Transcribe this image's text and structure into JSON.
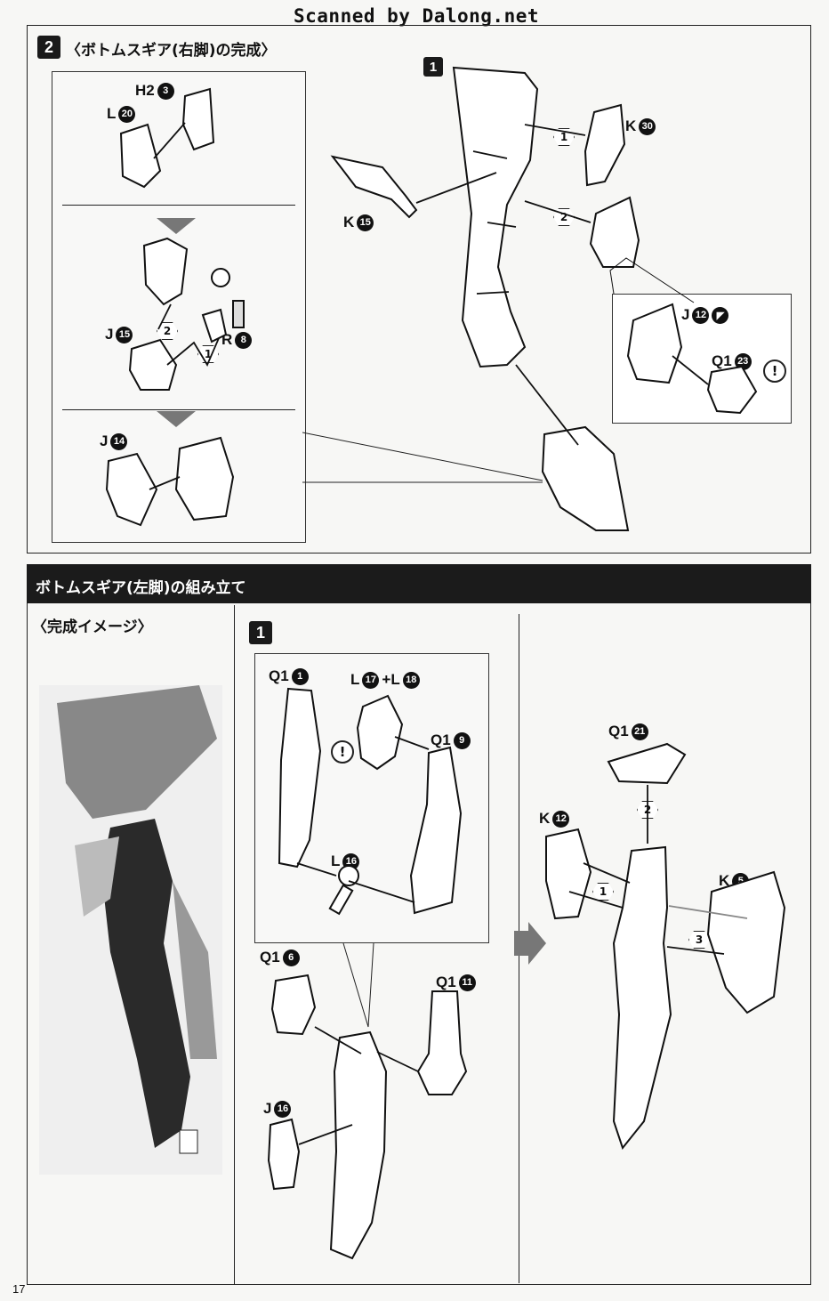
{
  "watermark": "Scanned by Dalong.net",
  "top_section": {
    "step_number": "2",
    "title": "〈ボトムスギア(右脚)の完成〉",
    "inset_labels": {
      "h2": "H2",
      "h2_num": "3",
      "l": "L",
      "l_num": "20",
      "j15": "J",
      "j15_num": "15",
      "r": "R",
      "r_num": "8",
      "j14": "J",
      "j14_num": "14"
    },
    "inset_steps": [
      "2",
      "1"
    ],
    "step1_badge": "1",
    "step1_labels": {
      "k30": "K",
      "k30_num": "30",
      "k15": "K",
      "k15_num": "15",
      "j12": "J",
      "j12_num": "12",
      "q123": "Q1",
      "q123_num": "23"
    },
    "step1_steps": [
      "1",
      "2"
    ]
  },
  "bottom_section": {
    "title": "ボトムスギア(左脚)の組み立て",
    "image_caption": "〈完成イメージ〉",
    "step_badge": "1",
    "labels": {
      "q11": "Q1",
      "q11_num": "1",
      "l17l18": "L",
      "l17_num": "17",
      "plus": "+L",
      "l18_num": "18",
      "q19": "Q1",
      "q19_num": "9",
      "l16": "L",
      "l16_num": "16",
      "q16": "Q1",
      "q16_num": "6",
      "q111": "Q1",
      "q111_num": "11",
      "j16": "J",
      "j16_num": "16",
      "q121": "Q1",
      "q121_num": "21",
      "k12": "K",
      "k12_num": "12",
      "k5": "K",
      "k5_num": "5"
    },
    "right_steps": [
      "2",
      "1",
      "3"
    ]
  },
  "page_number": "17"
}
